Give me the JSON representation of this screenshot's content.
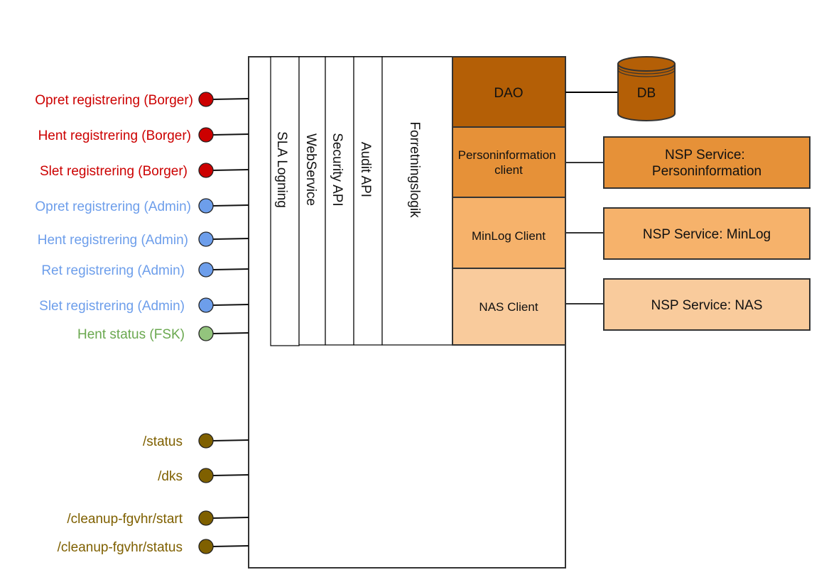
{
  "endpoints": [
    {
      "label": "Opret registrering (Borger)",
      "group": "borger"
    },
    {
      "label": "Hent registrering (Borger)",
      "group": "borger"
    },
    {
      "label": "Slet registrering (Borger)",
      "group": "borger"
    },
    {
      "label": "Opret registrering (Admin)",
      "group": "admin"
    },
    {
      "label": "Hent registrering (Admin)",
      "group": "admin"
    },
    {
      "label": "Ret registrering (Admin)",
      "group": "admin"
    },
    {
      "label": "Slet registrering (Admin)",
      "group": "admin"
    },
    {
      "label": "Hent status (FSK)",
      "group": "fsk"
    },
    {
      "label": "/status",
      "group": "ops"
    },
    {
      "label": "/dks",
      "group": "ops"
    },
    {
      "label": "/cleanup-fgvhr/start",
      "group": "ops"
    },
    {
      "label": "/cleanup-fgvhr/status",
      "group": "ops"
    }
  ],
  "groups": {
    "borger": {
      "text_color": "#cc0000",
      "dot_color": "#cc0000"
    },
    "admin": {
      "text_color": "#6d9eeb",
      "dot_color": "#6d9eeb"
    },
    "fsk": {
      "text_color": "#6aa84f",
      "dot_color": "#93c47d"
    },
    "ops": {
      "text_color": "#7f6000",
      "dot_color": "#7f6000"
    }
  },
  "layers": [
    {
      "label": "SLA Logning"
    },
    {
      "label": "WebService"
    },
    {
      "label": "Security API"
    },
    {
      "label": "Audit API"
    },
    {
      "label": "Forretningslogik"
    }
  ],
  "clients": [
    {
      "label": "DAO",
      "color": "#b45f06"
    },
    {
      "label": "Personinformation client",
      "lines": [
        "Personinformation",
        "client"
      ],
      "color": "#e69138"
    },
    {
      "label": "MinLog Client",
      "color": "#f6b26b"
    },
    {
      "label": "NAS Client",
      "color": "#f9cb9c"
    }
  ],
  "database": {
    "label": "DB",
    "color": "#b45f06"
  },
  "services": [
    {
      "label": "NSP Service: Personinformation",
      "lines": [
        "NSP Service:",
        "Personinformation"
      ],
      "color": "#e69138"
    },
    {
      "label": "NSP Service: MinLog",
      "lines": [
        "NSP Service: MinLog"
      ],
      "color": "#f6b26b"
    },
    {
      "label": "NSP Service: NAS",
      "lines": [
        "NSP Service: NAS"
      ],
      "color": "#f9cb9c"
    }
  ]
}
